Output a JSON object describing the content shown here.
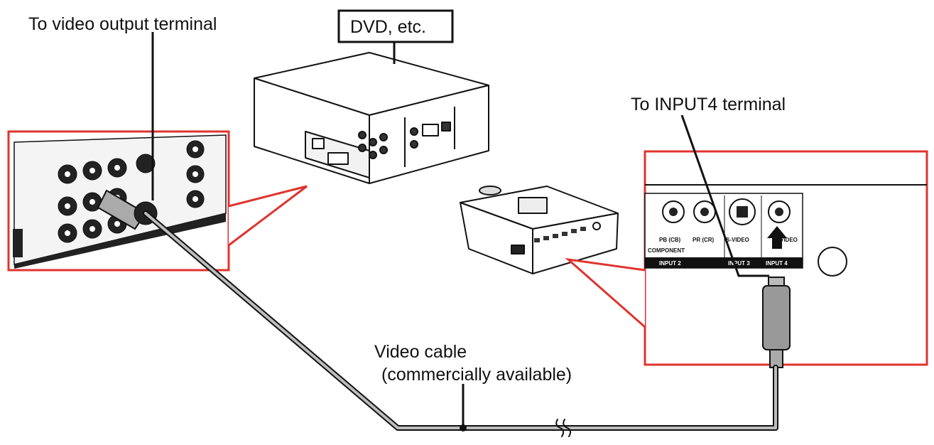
{
  "labels": {
    "video_output": "To video output terminal",
    "dvd": "DVD, etc.",
    "input4": "To INPUT4 terminal",
    "cable_line1": "Video cable",
    "cable_line2": "(commercially available)"
  },
  "panel_labels": {
    "pb": "PB (CB)",
    "pr": "PR (CR)",
    "svideo": "S-VIDEO",
    "video": "VIDEO",
    "component": "COMPONENT",
    "input2": "INPUT 2",
    "input3": "INPUT 3",
    "input4": "INPUT 4"
  },
  "colors": {
    "callout": "#e0332f",
    "line": "#111111",
    "cable": "#9a9a9a"
  }
}
